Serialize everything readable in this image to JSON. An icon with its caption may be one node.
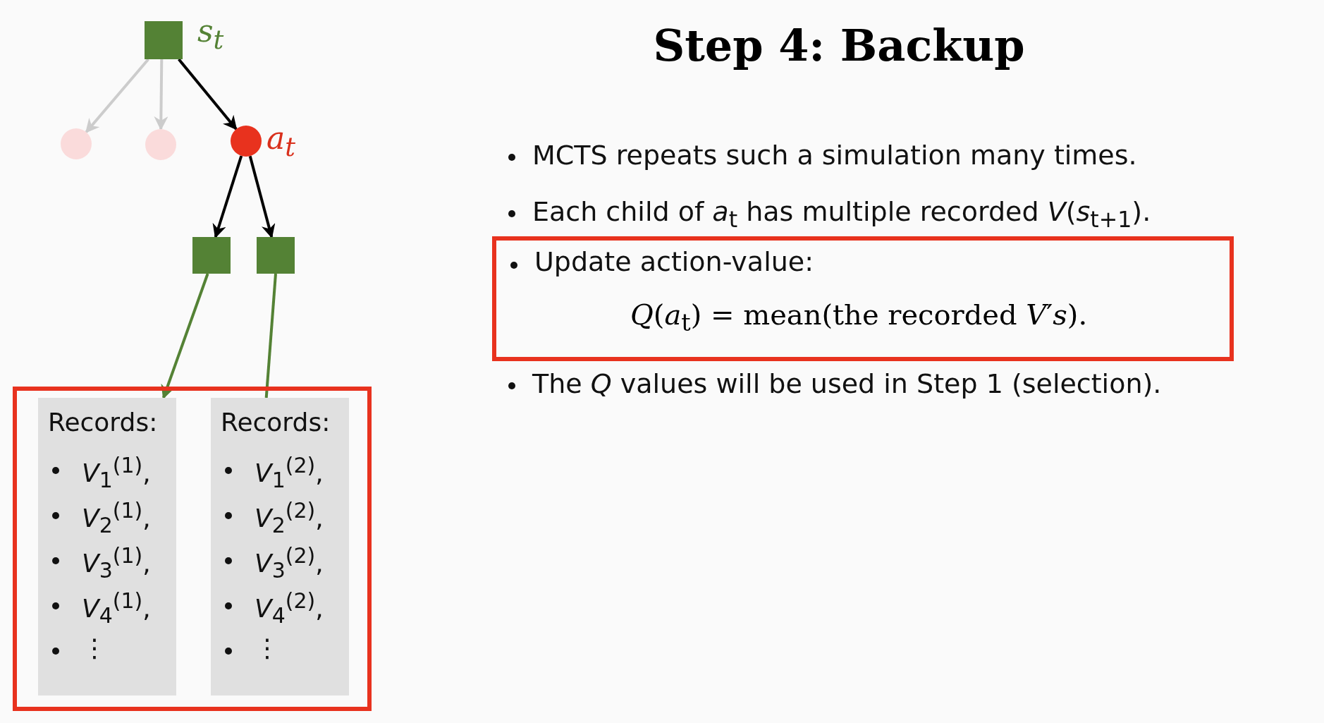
{
  "diagram": {
    "title": "Step 4: Backup",
    "nodes": [
      {
        "text": [],
        "shape": "box",
        "beside": [
          "*s*$_{t}$"
        ]
      },
      {
        "text": [],
        "shape": "circle"
      },
      {
        "text": [],
        "shape": "circle"
      },
      {
        "text": [],
        "shape": "circle",
        "beside": [
          "*a*$_{t}$"
        ]
      },
      {
        "text": [],
        "shape": "box"
      },
      {
        "text": [],
        "shape": "box"
      },
      {
        "text": [],
        "shape": "box"
      },
      {
        "text": [
          "Records:",
          "*V*$_{1}$$^{(1)}$,",
          "*V*$_{2}$$^{(1)}$,",
          "*V*$_{3}$$^{(1)}$,",
          "*V*$_{4}$$^{(1)}$,",
          "⋮"
        ],
        "in": 6
      },
      {
        "text": [
          "Records:",
          "*V*$_{1}$$^{(2)}$,",
          "*V*$_{2}$$^{(2)}$,",
          "*V*$_{3}$$^{(2)}$,",
          "*V*$_{4}$$^{(2)}$,",
          "⋮"
        ],
        "in": 6
      },
      {
        "text": [
          "Update action-value:",
          "*Q*(*a*$_{t}$) = mean(the recorded *V*′*s*)."
        ]
      }
    ],
    "edges": [
      {
        "from": 0,
        "to": 1,
        "arrow": "to",
        "color": "#cccccc"
      },
      {
        "from": 0,
        "to": 2,
        "arrow": "to",
        "color": "#cccccc"
      },
      {
        "from": 0,
        "to": 3,
        "arrow": "to"
      },
      {
        "from": 3,
        "to": 4,
        "arrow": "to"
      },
      {
        "from": 3,
        "to": 5,
        "arrow": "to"
      },
      {
        "from": 4,
        "to": 7,
        "arrow": "to",
        "color": "#548235"
      },
      {
        "from": 5,
        "to": 8,
        "arrow": "none",
        "color": "#548235"
      }
    ],
    "labels": [
      "MCTS repeats such a simulation many times.",
      "Each child of *a*$_{t}$ has multiple recorded *V*(*s*$_{t+1}$).",
      "The *Q* values will be used in Step 1 (selection)."
    ]
  }
}
